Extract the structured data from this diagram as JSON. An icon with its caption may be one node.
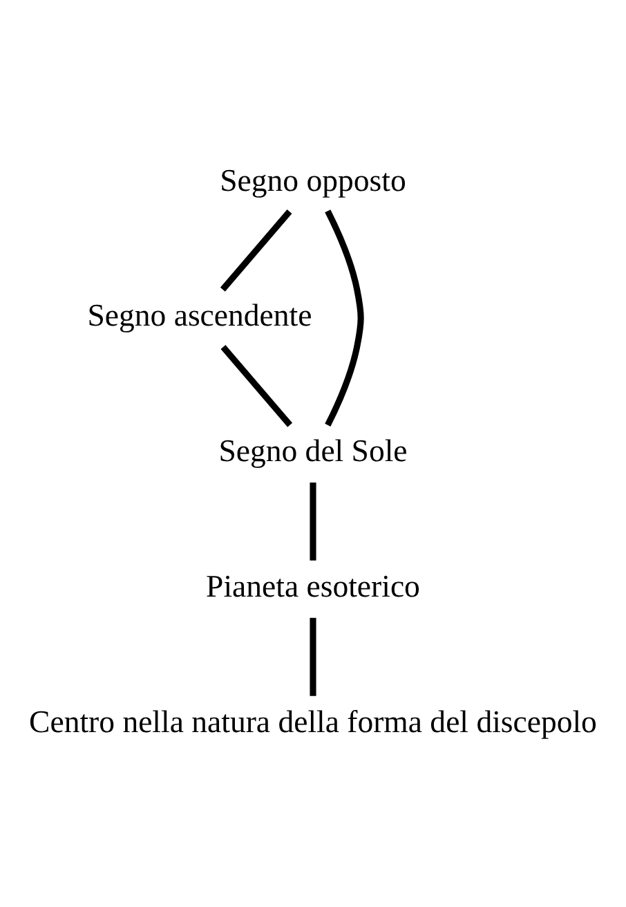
{
  "diagram": {
    "nodes": [
      {
        "text": [
          "Segno opposto"
        ]
      },
      {
        "text": [
          "Segno ascendente"
        ]
      },
      {
        "text": [
          "Segno del Sole"
        ]
      },
      {
        "text": [
          "Pianeta esoterico"
        ]
      },
      {
        "text": [
          "Centro nella natura della forma del discepolo"
        ]
      }
    ],
    "edges": [
      {
        "from": 0,
        "to": 1,
        "arrow": "none"
      },
      {
        "from": 1,
        "to": 2,
        "arrow": "none"
      },
      {
        "from": 0,
        "to": 2,
        "arrow": "none"
      },
      {
        "from": 2,
        "to": 3,
        "arrow": "none"
      },
      {
        "from": 3,
        "to": 4,
        "arrow": "none"
      }
    ]
  }
}
